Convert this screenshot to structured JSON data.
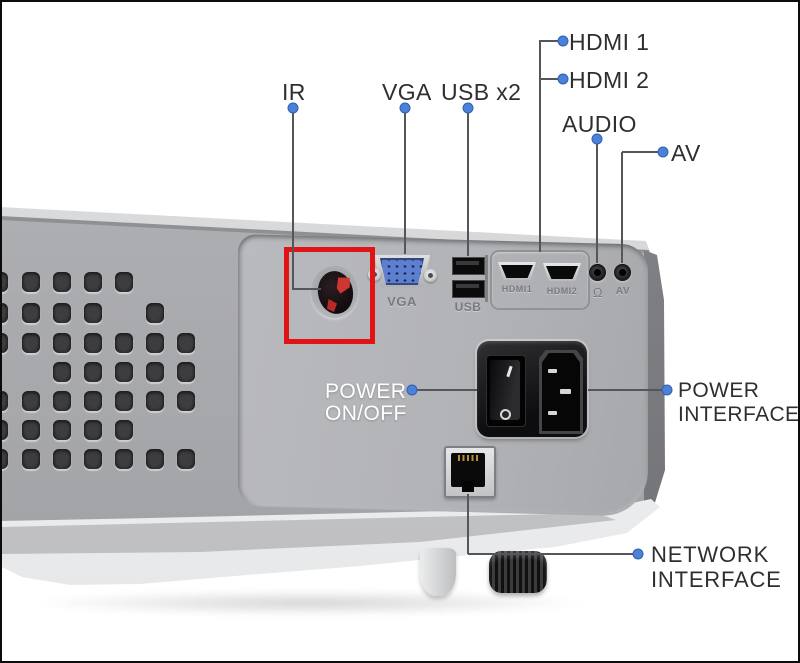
{
  "callouts": {
    "ir": "IR",
    "vga": "VGA",
    "usb": "USB x2",
    "hdmi1": "HDMI 1",
    "hdmi2": "HDMI 2",
    "audio": "AUDIO",
    "av": "AV",
    "power_onoff_line1": "POWER",
    "power_onoff_line2": "ON/OFF",
    "power_interface_line1": "POWER",
    "power_interface_line2": "INTERFACE",
    "network_interface_line1": "NETWORK",
    "network_interface_line2": "INTERFACE"
  },
  "port_labels": {
    "vga": "VGA",
    "usb": "USB",
    "hdmi1": "HDMI1",
    "hdmi2": "HDMI2",
    "headphone_symbol": "Ω",
    "av": "AV"
  },
  "colors": {
    "highlight_box": "#e01414",
    "callout_dot": "#4b82d8",
    "leader_line": "#55565a",
    "label_text": "#2f2f31",
    "power_label_text": "#ffffff",
    "vga_connector": "#5c7fd0",
    "body_gray": "#aaabaf",
    "panel_gray": "#b2b3b7"
  }
}
